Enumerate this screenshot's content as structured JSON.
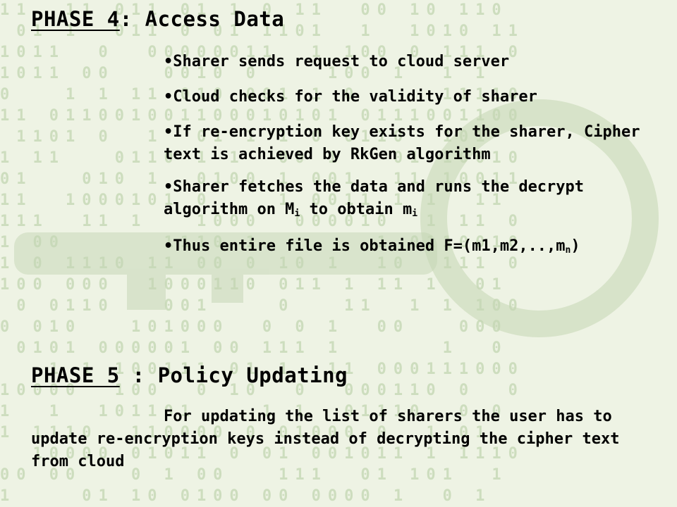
{
  "phase4": {
    "label": "PHASE 4",
    "title": ": Access Data",
    "bullets": [
      "Sharer sends request to cloud server",
      "Cloud checks for the validity of sharer",
      "If re-encryption key exists for the sharer, Cipher text is achieved by RkGen algorithm",
      {
        "prefix": "Sharer fetches the data and runs the decrypt algorithm on M",
        "sub1": "i",
        "middle": " to obtain m",
        "sub2": "i"
      },
      {
        "prefix": "Thus entire file is obtained F=(m1,m2,..,m",
        "sub": "n",
        "suffix": ")"
      }
    ]
  },
  "phase5": {
    "label": "PHASE 5",
    "title": " : Policy Updating",
    "paragraph": "For updating the list of sharers the user has to update re-encryption keys instead of decrypting the cipher text from cloud"
  },
  "colors": {
    "background": "#eef3e4",
    "binary_digits": "#cdddbe",
    "key_silhouette": "#bfd1ae",
    "text": "#000000"
  }
}
